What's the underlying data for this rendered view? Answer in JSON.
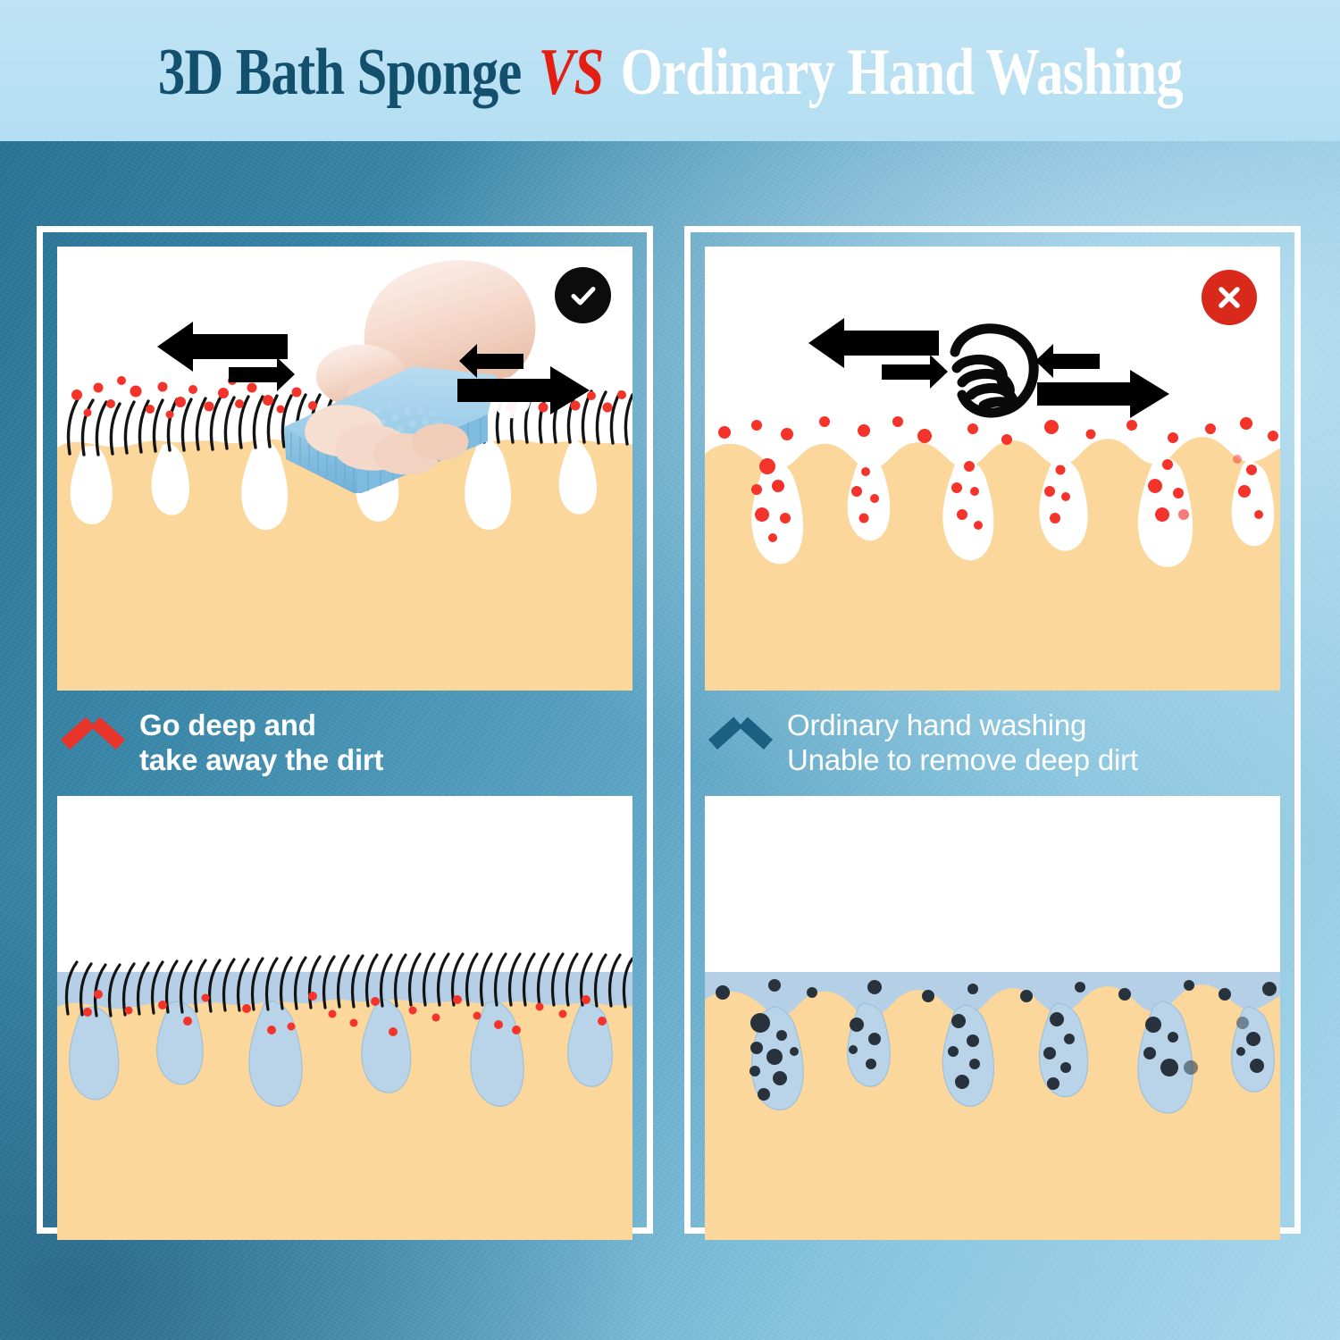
{
  "header": {
    "title_left": "3D Bath Sponge",
    "title_vs": "VS",
    "title_right": "Ordinary Hand Washing",
    "colors": {
      "left_text": "#13506e",
      "vs_text": "#e41e12",
      "right_text": "#ffffff",
      "band_background": "#bfe3f4"
    }
  },
  "background": {
    "gradient_from": "#2b7394",
    "gradient_to": "#a9d8ec"
  },
  "panels": [
    {
      "id": "sponge",
      "side": "left",
      "badge": {
        "icon": "check-circle-icon",
        "shape": "circle",
        "color": "#0c0c0c",
        "glyph": "✓"
      },
      "top_image": {
        "alt": "Hand holding blue 3D bath sponge scrubbing skin surface, red dirt particles on hairs above pores",
        "skin_color": "#fbd79b",
        "pore_color": "#ffffff",
        "dirt_color": "#f4332b",
        "hair_color": "#141414",
        "sponge_color": "#8fc8e8",
        "arrows": [
          "left-long",
          "right-short",
          "left-short",
          "right-long"
        ]
      },
      "caption": {
        "chevron": {
          "icon": "chevron-up-icon",
          "color": "#e8342a"
        },
        "line1": "Go deep and",
        "line2": "take away the dirt",
        "bold": true
      },
      "bottom_image": {
        "alt": "Clean skin cross-section, pores filled with clear blue water, only faint red residue remains",
        "skin_color": "#fbd79b",
        "pore_color": "#b9d4e9",
        "water_color": "#b4cfe6",
        "dirt_color": "#f4332b",
        "dirt_density": "low"
      }
    },
    {
      "id": "handwash",
      "side": "right",
      "badge": {
        "icon": "x-circle-icon",
        "shape": "circle",
        "color": "#d9291a",
        "glyph": "✕"
      },
      "top_image": {
        "alt": "Line-art hand rubbing skin, red dirt particles trapped deep inside pores",
        "skin_color": "#fbd79b",
        "pore_color": "#ffffff",
        "dirt_color": "#f4332b",
        "hand_icon": "rubbing-hand-icon",
        "arrows": [
          "left-long",
          "right-short",
          "left-short",
          "right-long"
        ]
      },
      "caption": {
        "chevron": {
          "icon": "chevron-up-icon",
          "color": "#1b5f82"
        },
        "line1": "Ordinary hand washing",
        "line2": "Unable to remove deep dirt",
        "bold": false
      },
      "bottom_image": {
        "alt": "Skin cross-section after hand washing, pores still packed with dark grey dirt particles",
        "skin_color": "#fbd79b",
        "pore_color": "#b9d4e9",
        "water_color": "#b4cfe6",
        "dirt_color": "#27323c",
        "dirt_density": "high"
      }
    }
  ]
}
